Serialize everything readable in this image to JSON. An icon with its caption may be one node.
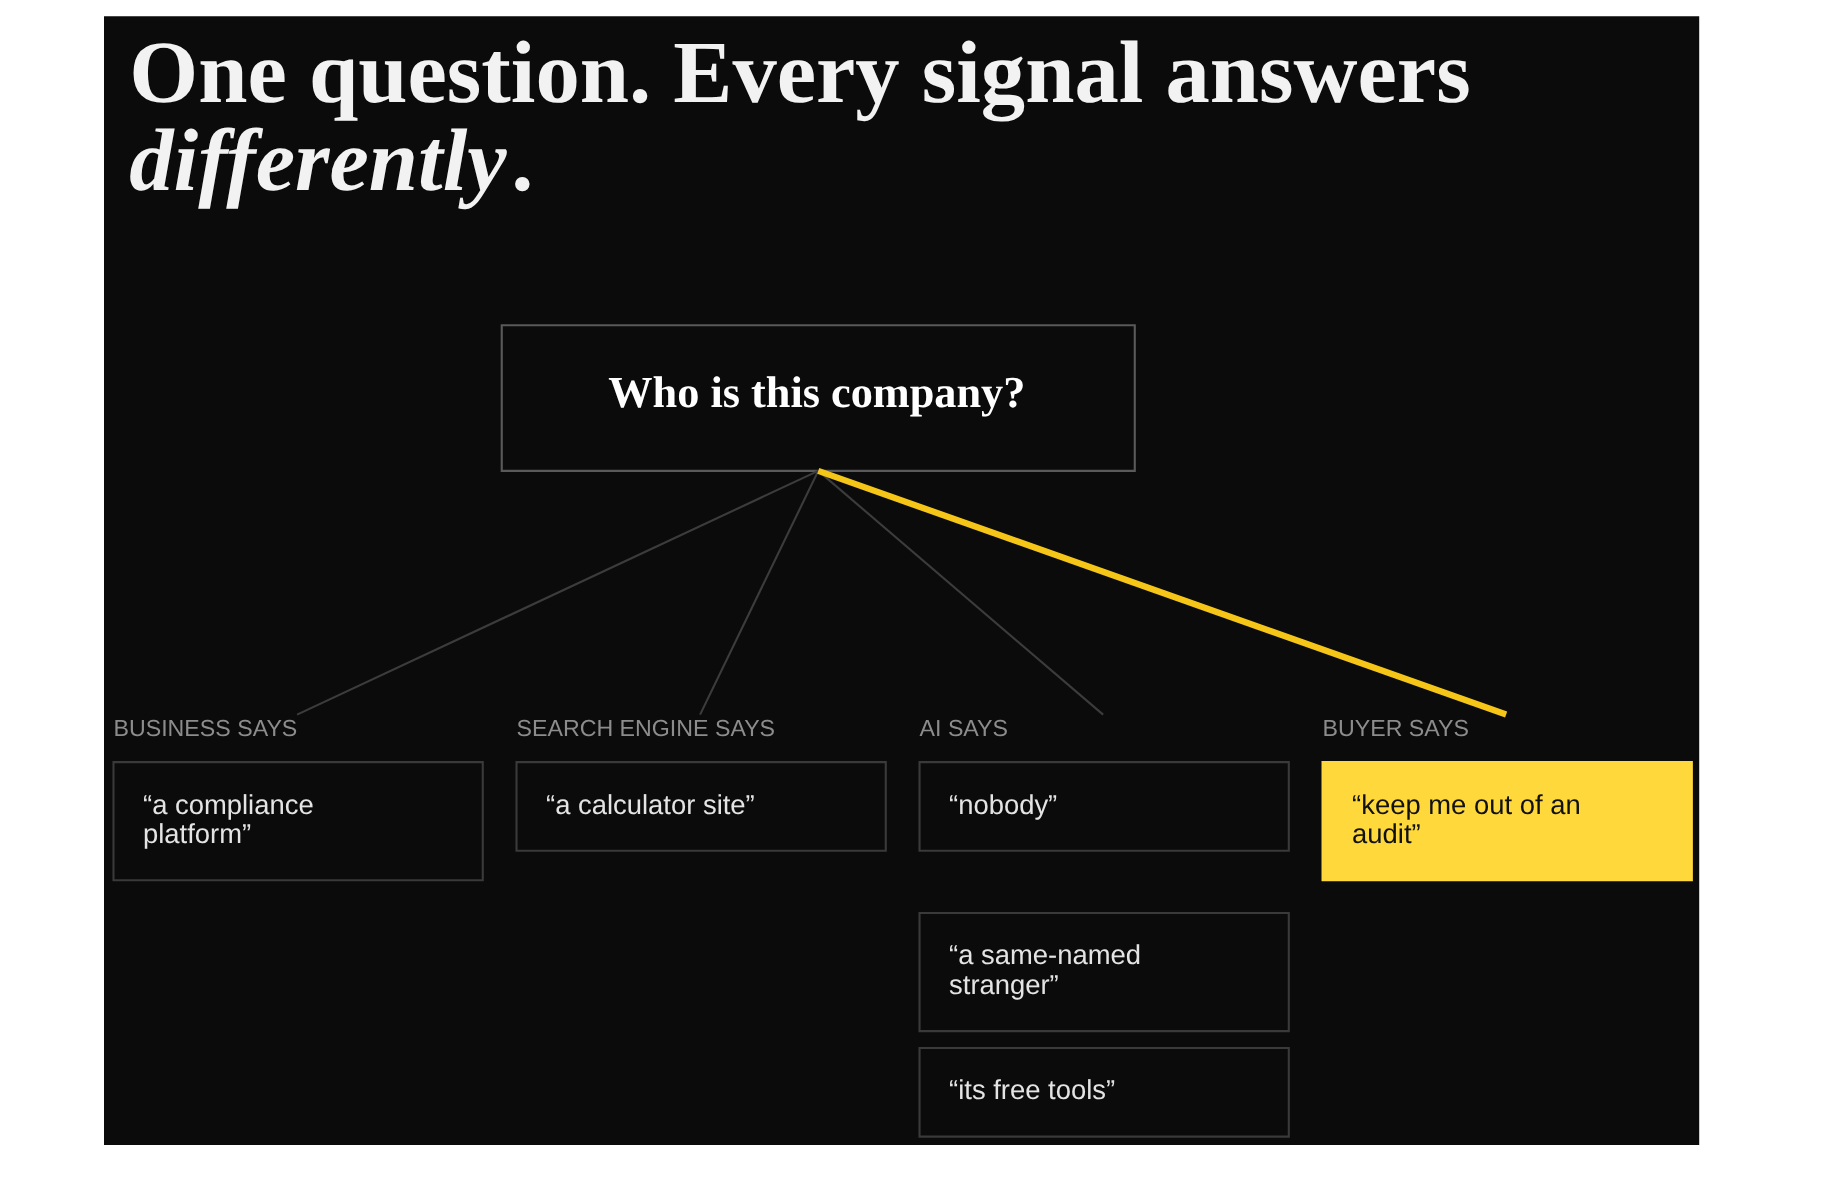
{
  "diagram": {
    "title": "One question. Every signal answers *differently*.",
    "nodes": [
      {
        "text": [
          "Who is this company?"
        ]
      },
      {
        "text": [
          "BUSINESS SAYS",
          "“a compliance platform”"
        ]
      },
      {
        "text": [
          "SEARCH ENGINE SAYS",
          "“a calculator site”"
        ]
      },
      {
        "text": [
          "AI SAYS",
          "“nobody”"
        ]
      },
      {
        "text": [
          "“a same-named stranger”"
        ]
      },
      {
        "text": [
          "“its free tools”"
        ]
      },
      {
        "text": [
          "BUYER SAYS",
          "“keep me out of an audit”"
        ]
      }
    ],
    "edges": [
      {
        "from": 0,
        "to": 1,
        "arrow": "none"
      },
      {
        "from": 0,
        "to": 2,
        "arrow": "none"
      },
      {
        "from": 0,
        "to": 3,
        "arrow": "none"
      },
      {
        "from": 0,
        "to": 6,
        "arrow": "none",
        "style": "thick",
        "color": "#f5c518"
      }
    ]
  }
}
